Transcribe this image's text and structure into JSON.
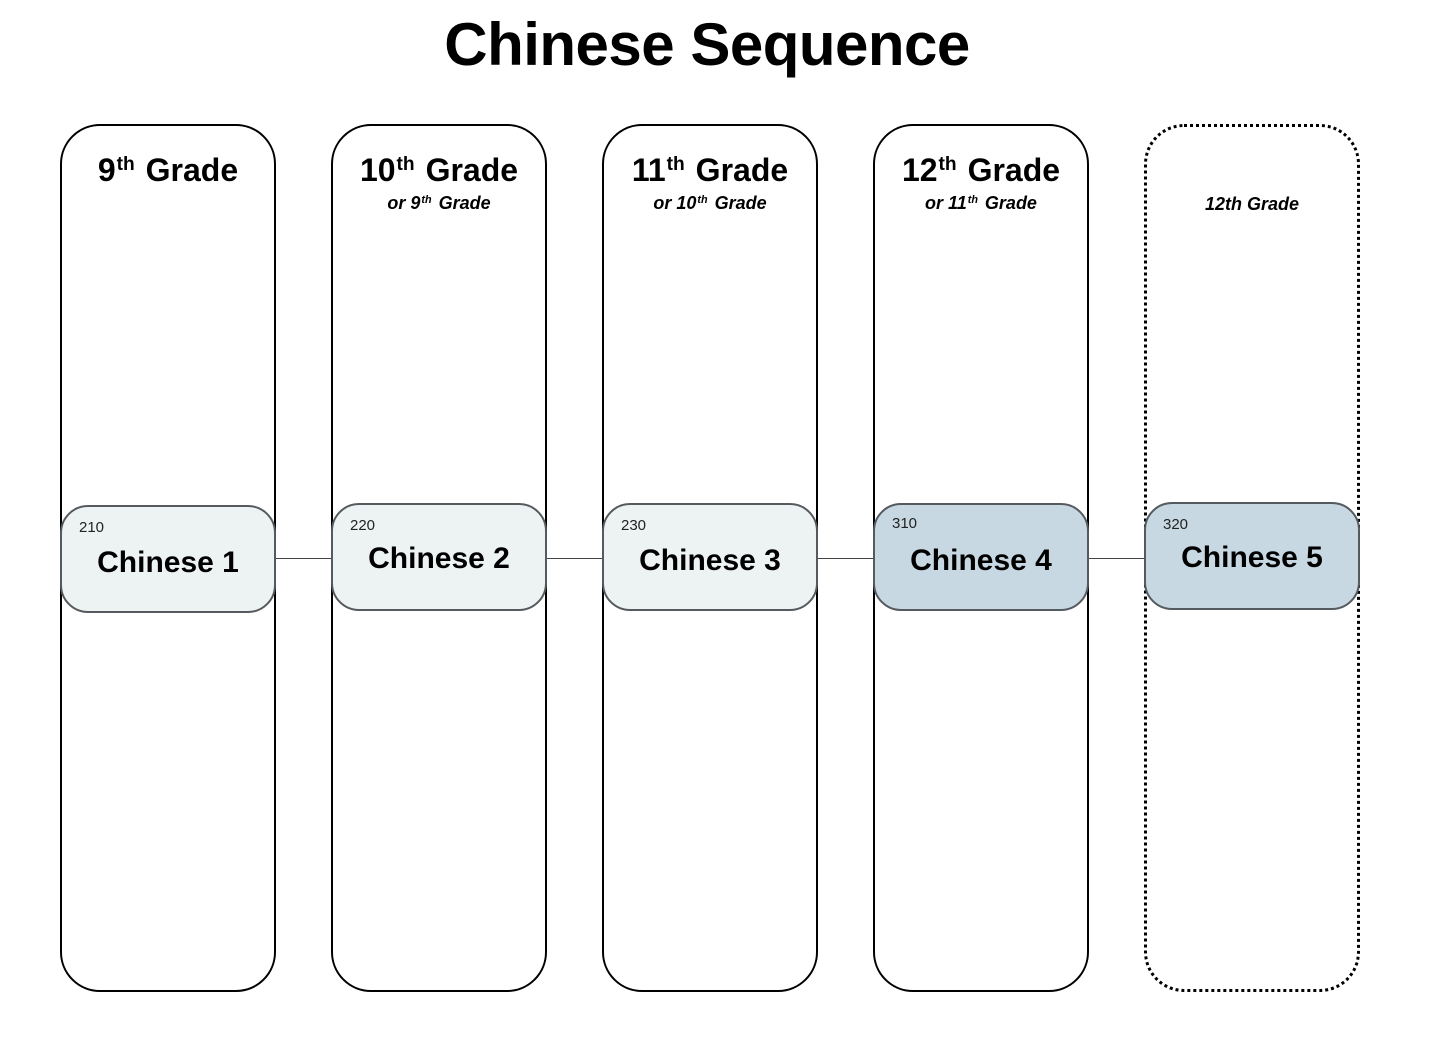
{
  "title": "Chinese Sequence",
  "columns": [
    {
      "grade_num": "9",
      "grade_sup": "th",
      "grade_word": " Grade",
      "sub_pre": "",
      "sub_sup": "",
      "sub_post": ""
    },
    {
      "grade_num": "10",
      "grade_sup": "th",
      "grade_word": " Grade",
      "sub_pre": "or 9",
      "sub_sup": "th",
      "sub_post": " Grade"
    },
    {
      "grade_num": "11",
      "grade_sup": "th",
      "grade_word": " Grade",
      "sub_pre": "or 10",
      "sub_sup": "th",
      "sub_post": " Grade"
    },
    {
      "grade_num": "12",
      "grade_sup": "th",
      "grade_word": " Grade",
      "sub_pre": "or 11",
      "sub_sup": "th",
      "sub_post": " Grade"
    },
    {
      "grade_num": "",
      "grade_sup": "",
      "grade_word": "",
      "sub_pre": "12th Grade",
      "sub_sup": "",
      "sub_post": ""
    }
  ],
  "courses": [
    {
      "code": "210",
      "name": "Chinese 1",
      "color": "#edf2f3"
    },
    {
      "code": "220",
      "name": "Chinese 2",
      "color": "#edf2f3"
    },
    {
      "code": "230",
      "name": "Chinese 3",
      "color": "#edf2f3"
    },
    {
      "code": "310",
      "name": "Chinese 4",
      "color": "#c7d8e3"
    },
    {
      "code": "320",
      "name": "Chinese 5",
      "color": "#c7d8e3"
    }
  ],
  "colors": {
    "optional_course_fill": "#c7d8e3",
    "core_course_fill": "#edf2f3",
    "course_border": "#555a5e"
  }
}
